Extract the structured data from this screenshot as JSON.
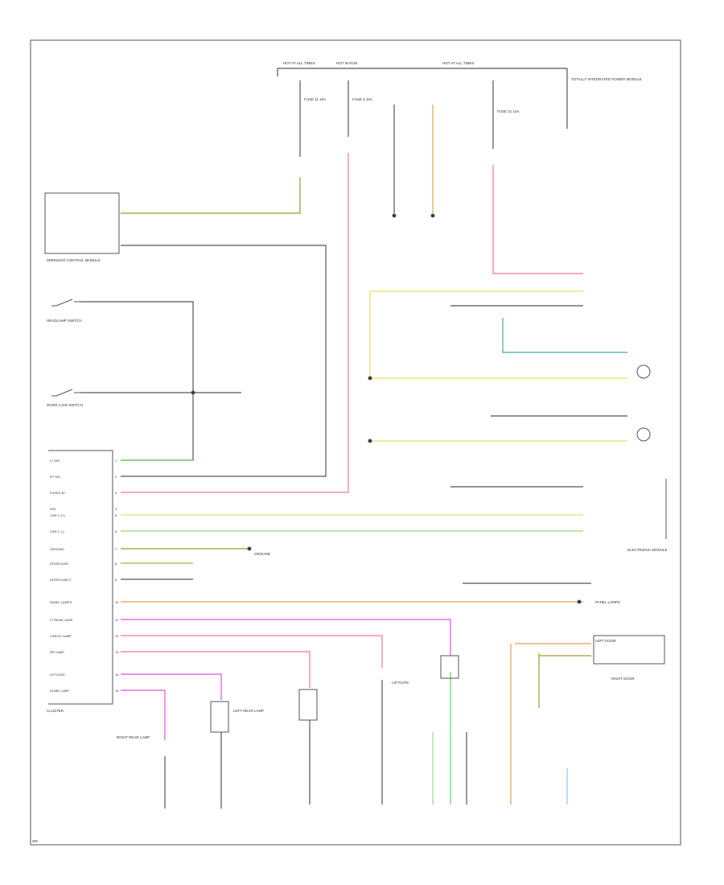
{
  "title": "",
  "diagram_code": "W8",
  "colors": {
    "frame": "#555555",
    "black": "#222222",
    "yellow": "#e8e060",
    "pink": "#ee7799",
    "green": "#66cc66",
    "orange": "#e8a05a",
    "magenta": "#dd55dd",
    "teal": "#4aa6a6",
    "olive": "#9a9a30",
    "purple": "#9966cc",
    "lightgreen": "#99dd77"
  },
  "labels": {
    "hot_at_all_times_1": "HOT AT ALL TIMES",
    "hot_in_run": "HOT IN RUN",
    "hot_at_all_times_2": "HOT AT ALL TIMES",
    "fuse_1": "FUSE 11 10A",
    "fuse_2": "FUSE 6 10A",
    "fuse_3": "FUSE 21 10A",
    "tipm": "TOTALLY INTEGRATED POWER MODULE",
    "wcm": "WIRELESS CONTROL MODULE",
    "headlamp_switch": "HEADLAMP SWITCH",
    "door_switch": "DOOR AJAR SWITCH",
    "cluster": "CLUSTER",
    "left_rear_lamp": "LEFT REAR LAMP",
    "right_rear_lamp": "RIGHT REAR LAMP",
    "ground": "GROUND",
    "left_door": "LEFT DOOR",
    "right_door": "RIGHT DOOR",
    "liftgate": "LIFTGATE",
    "panel_lamps": "PANEL LAMPS",
    "electronic_module": "ELECTRONIC MODULE"
  },
  "cluster_pins": [
    {
      "pin": "1",
      "name": "LT SIG"
    },
    {
      "pin": "2",
      "name": "RT SIG"
    },
    {
      "pin": "3",
      "name": "FUSED B+"
    },
    {
      "pin": "4",
      "name": "IGN"
    },
    {
      "pin": "5",
      "name": "CAN C (+)"
    },
    {
      "pin": "6",
      "name": "CAN C (-)"
    },
    {
      "pin": "7",
      "name": "GROUND"
    },
    {
      "pin": "8",
      "name": "DOOR AJAR"
    },
    {
      "pin": "9",
      "name": "DOOR AJAR 2"
    },
    {
      "pin": "10",
      "name": "PANEL LAMPS"
    },
    {
      "pin": "11",
      "name": "LT REAR LAMP"
    },
    {
      "pin": "12",
      "name": "CARGO LAMP"
    },
    {
      "pin": "13",
      "name": "RR LAMP"
    },
    {
      "pin": "14",
      "name": "LIFTGATE"
    },
    {
      "pin": "15",
      "name": "DOME LAMP"
    }
  ]
}
